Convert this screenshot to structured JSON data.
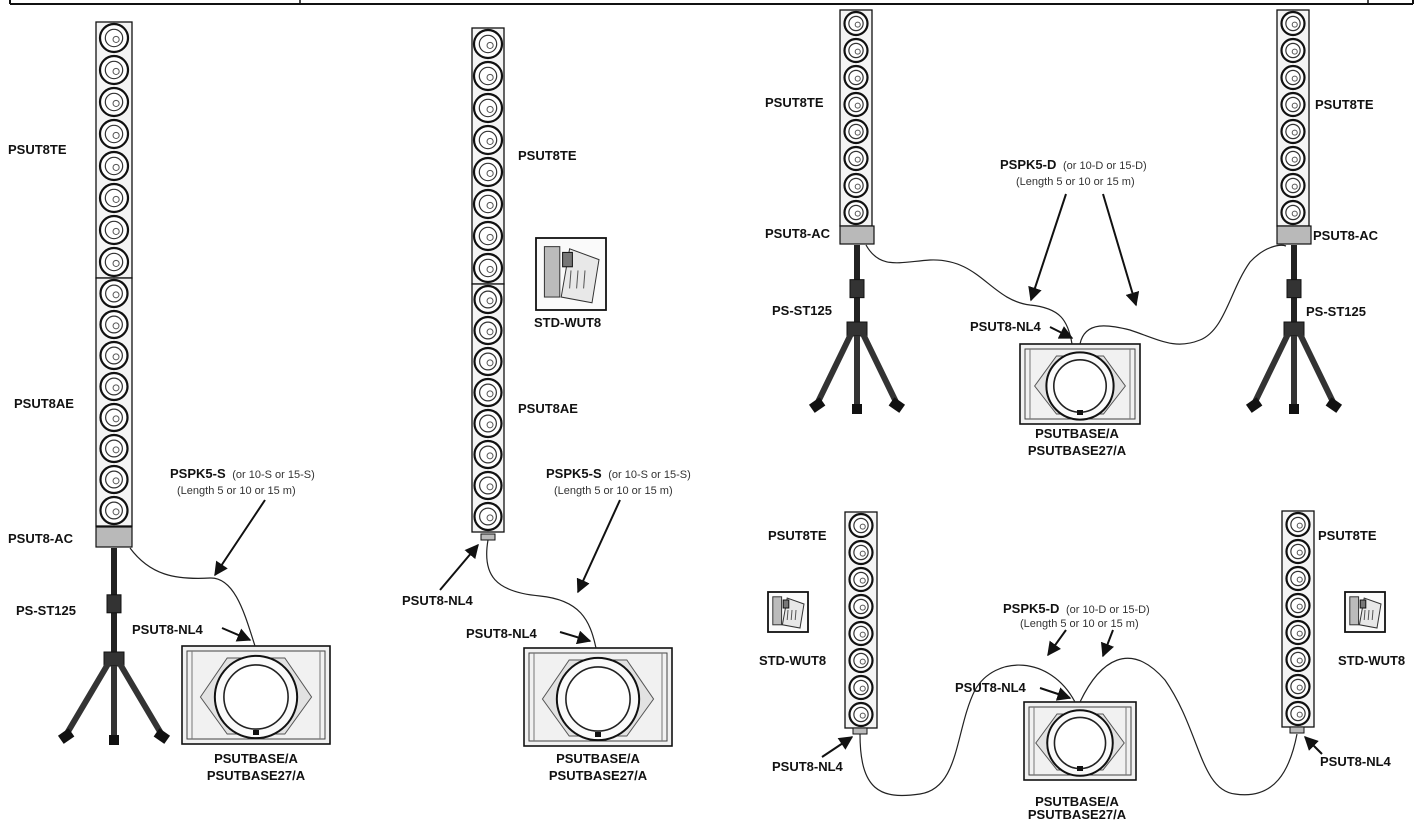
{
  "scenes": [
    {
      "id": "scene-1",
      "column": [
        "PSUT8TE",
        "PSUT8AE"
      ],
      "labels": {
        "top": "PSUT8TE",
        "middle": "PSUT8AE",
        "adapter": "PSUT8-AC",
        "stand": "PS-ST125",
        "connector": "PSUT8-NL4",
        "cable_code": "PSPK5-S",
        "cable_alt": "(or 10-S or 15-S)",
        "cable_len": "(Length 5 or 10 or 15 m)",
        "sub_line1": "PSUTBASE/A",
        "sub_line2": "PSUTBASE27/A"
      }
    },
    {
      "id": "scene-2",
      "labels": {
        "top": "PSUT8TE",
        "middle": "PSUT8AE",
        "bracket": "STD-WUT8",
        "connector_top": "PSUT8-NL4",
        "connector_sub": "PSUT8-NL4",
        "cable_code": "PSPK5-S",
        "cable_alt": "(or 10-S or 15-S)",
        "cable_len": "(Length 5 or 10 or 15 m)",
        "sub_line1": "PSUTBASE/A",
        "sub_line2": "PSUTBASE27/A"
      }
    },
    {
      "id": "scene-3",
      "labels": {
        "left_top": "PSUT8TE",
        "left_adapter": "PSUT8-AC",
        "left_stand": "PS-ST125",
        "right_top": "PSUT8TE",
        "right_adapter": "PSUT8-AC",
        "right_stand": "PS-ST125",
        "connector": "PSUT8-NL4",
        "cable_code": "PSPK5-D",
        "cable_alt": "(or 10-D or 15-D)",
        "cable_len": "(Length 5 or 10 or 15 m)",
        "sub_line1": "PSUTBASE/A",
        "sub_line2": "PSUTBASE27/A"
      }
    },
    {
      "id": "scene-4",
      "labels": {
        "left_top": "PSUT8TE",
        "left_bracket": "STD-WUT8",
        "left_connector": "PSUT8-NL4",
        "right_top": "PSUT8TE",
        "right_bracket": "STD-WUT8",
        "right_connector": "PSUT8-NL4",
        "connector": "PSUT8-NL4",
        "cable_code": "PSPK5-D",
        "cable_alt": "(or 10-D or 15-D)",
        "cable_len": "(Length 5 or 10 or 15 m)",
        "sub_line1": "PSUTBASE/A",
        "sub_line2": "PSUTBASE27/A"
      }
    }
  ]
}
